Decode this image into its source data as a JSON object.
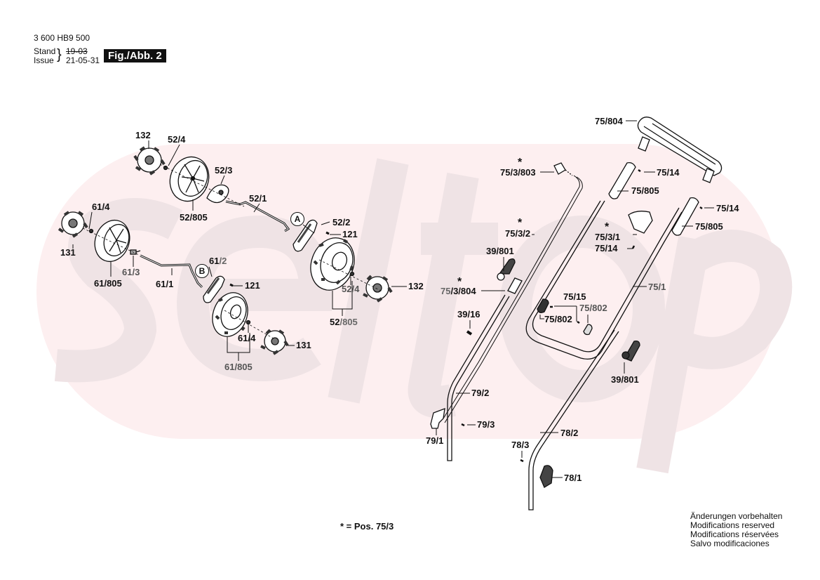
{
  "header": {
    "doc_number": "3 600 HB9 500",
    "stand_label": "Stand",
    "issue_label": "Issue",
    "stand_value_struck": "19-03",
    "issue_value": "21-05-31",
    "figure_label": "Fig./Abb. 2"
  },
  "watermark": {
    "text": "seltop",
    "color": "#f2c8cc"
  },
  "callouts": {
    "A": "A",
    "B": "B"
  },
  "labels": {
    "l_132_top": "132",
    "l_52_4_top": "52/4",
    "l_52_3": "52/3",
    "l_52_805_top": "52/805",
    "l_52_1": "52/1",
    "l_52_2": "52/2",
    "l_121_a": "121",
    "l_61_4_top": "61/4",
    "l_131_left": "131",
    "l_61_805_left": "61/805",
    "l_61_3": "61/3",
    "l_61_1": "61/1",
    "l_61_2_a": "61",
    "l_61_2_b": "/2",
    "l_121_b": "121",
    "l_52_4_bottom": "52/4",
    "l_132_right": "132",
    "l_52_805_bottom_a": "52",
    "l_52_805_bottom_b": "/805",
    "l_61_4_bottom": "61/4",
    "l_131_right": "131",
    "l_61_805_bottom": "61/805",
    "l_75_804": "75/804",
    "l_75_3_803": "75/3/803",
    "l_75_14_a": "75/14",
    "l_75_805_a": "75/805",
    "l_75_14_b": "75/14",
    "l_75_805_b": "75/805",
    "l_75_3_2": "75/3/2",
    "l_75_3_1": "75/3/1",
    "l_75_14_c": "75/14",
    "l_39_801_a": "39/801",
    "l_75_3_804_a": "75",
    "l_75_3_804_b": "/3/804",
    "l_75_1": "75/1",
    "l_39_16": "39/16",
    "l_75_15": "75/15",
    "l_75_802_a": "75/802",
    "l_75_802_b": "75/802",
    "l_39_801_b": "39/801",
    "l_79_2": "79/2",
    "l_79_3": "79/3",
    "l_79_1": "79/1",
    "l_78_2": "78/2",
    "l_78_3": "78/3",
    "l_78_1": "78/1"
  },
  "stars": {
    "symbol": "*"
  },
  "legend": {
    "text": "* = Pos. 75/3"
  },
  "notes": [
    "Änderungen vorbehalten",
    "Modifications reserved",
    "Modifications réservées",
    "Salvo modificaciones"
  ]
}
